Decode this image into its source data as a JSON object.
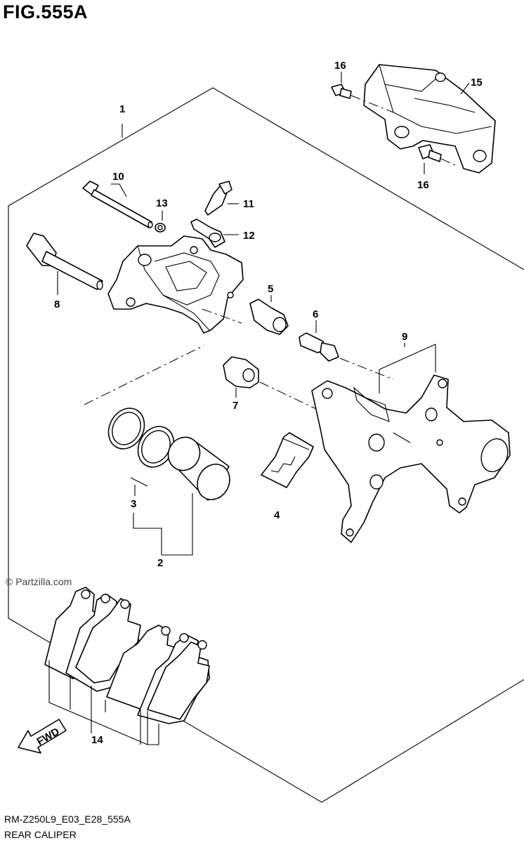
{
  "figure": {
    "title": "FIG.555A"
  },
  "watermark": "© Partzilla.com",
  "fwd_label": "FWD",
  "callouts": [
    "1",
    "2",
    "3",
    "4",
    "5",
    "6",
    "7",
    "8",
    "9",
    "10",
    "11",
    "12",
    "13",
    "14",
    "15",
    "16",
    "16"
  ],
  "footer": {
    "code": "RM-Z250L9_E03_E28_555A",
    "name": "REAR CALIPER"
  }
}
